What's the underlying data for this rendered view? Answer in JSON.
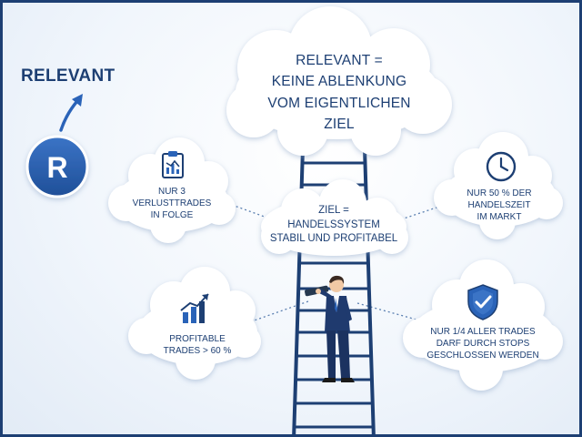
{
  "header": {
    "title": "RELEVANT",
    "badge_letter": "R"
  },
  "clouds": {
    "main": [
      "RELEVANT =",
      "KEINE ABLENKUNG",
      "VOM EIGENTLICHEN",
      "ZIEL"
    ],
    "goal": [
      "ZIEL =",
      "HANDELSSYSTEM",
      "STABIL UND PROFITABEL"
    ],
    "loss_trades": [
      "NUR 3",
      "VERLUSTTRADES",
      "IN FOLGE"
    ],
    "market_time": [
      "NUR 50 % DER",
      "HANDELSZEIT",
      "IM MARKT"
    ],
    "profitable": [
      "PROFITABLE",
      "TRADES > 60 %"
    ],
    "stops": [
      "NUR 1/4 ALLER TRADES",
      "DARF DURCH STOPS",
      "GESCHLOSSEN WERDEN"
    ]
  },
  "icons": {
    "loss_trades": "clipboard-chart-icon",
    "market_time": "clock-icon",
    "profitable": "bar-chart-rising-icon",
    "stops": "shield-check-icon"
  },
  "colors": {
    "navy": "#1d3f73",
    "accent": "#2a63b8",
    "cloud": "#ffffff",
    "background": "#eef3f9"
  }
}
